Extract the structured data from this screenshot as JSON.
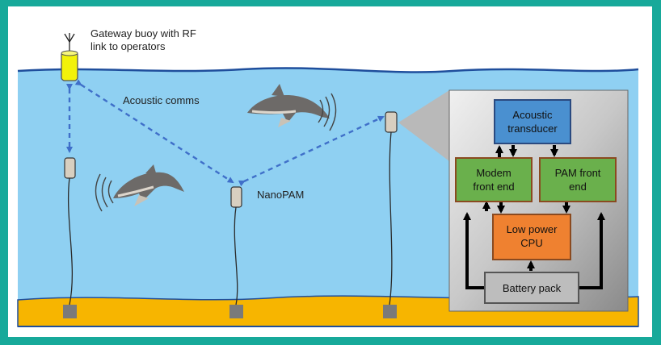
{
  "labels": {
    "gateway_line1": "Gateway buoy with RF",
    "gateway_line2": "link to operators",
    "acoustic_comms": "Acoustic comms",
    "nanopam": "NanoPAM"
  },
  "blocks": {
    "acoustic_transducer": [
      "Acoustic",
      "transducer"
    ],
    "modem_front_end": [
      "Modem",
      "front end"
    ],
    "pam_front_end": [
      "PAM front",
      "end"
    ],
    "low_power_cpu": [
      "Low power",
      "CPU"
    ],
    "battery_pack": "Battery pack"
  },
  "colors": {
    "border": "#17a99a",
    "water": "#8fd0f2",
    "seabed": "#f7b500",
    "buoy": "#f2f20a",
    "link": "#3f6fc9",
    "transducer": "#4a90d0",
    "front_end": "#6ab04c",
    "cpu": "#ef8130",
    "battery": "#bdbdbd"
  }
}
